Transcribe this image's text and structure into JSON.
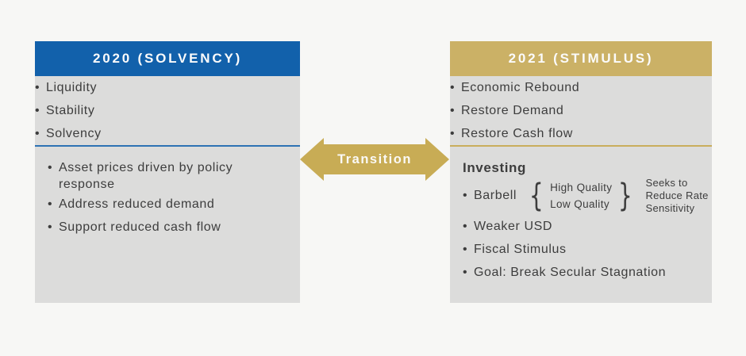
{
  "glyphs": {
    "bullet": "•",
    "brace_left": "{",
    "brace_right": "}"
  },
  "left_panel": {
    "title": "2020 (SOLVENCY)",
    "top_items": [
      "Liquidity",
      "Stability",
      "Solvency"
    ],
    "bottom_item": "Asset prices driven by policy response",
    "bottom_sub_items": [
      "Address reduced demand",
      "Support reduced cash flow"
    ]
  },
  "transition": {
    "label": "Transition"
  },
  "right_panel": {
    "title": "2021 (STIMULUS)",
    "top_items": [
      "Economic Rebound",
      "Restore Demand",
      "Restore Cash flow"
    ],
    "investing_heading": "Investing",
    "barbell": {
      "label": "Barbell",
      "brace_items": [
        "High Quality",
        "Low Quality"
      ],
      "annotation_lines": [
        "Seeks to",
        "Reduce Rate",
        "Sensitivity"
      ]
    },
    "bottom_items": [
      "Weaker USD",
      "Fiscal Stimulus",
      "Goal: Break Secular Stagnation"
    ]
  },
  "colors": {
    "blue_header": "#1261ab",
    "gold_header": "#cbb166",
    "arrow_gold": "#c8ac55",
    "blue_divider": "#2e72b4",
    "gold_divider": "#c9ad5c",
    "panel_bg": "#dcdcdb",
    "page_bg": "#f7f7f5",
    "text": "#3d3d3d"
  }
}
